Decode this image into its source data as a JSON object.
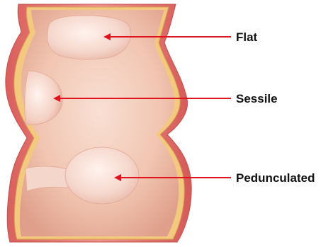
{
  "labels": {
    "flat": "Flat",
    "sessile": "Sessile",
    "pedunculated": "Pedunculated"
  },
  "colors": {
    "arrow": "#e0141e",
    "label_text": "#111111",
    "outer_wall": "#e9857f",
    "muscle_band": "#f2c97f",
    "inner_lumen": "#f1c9b7",
    "polyp": "#f6dcd3"
  }
}
